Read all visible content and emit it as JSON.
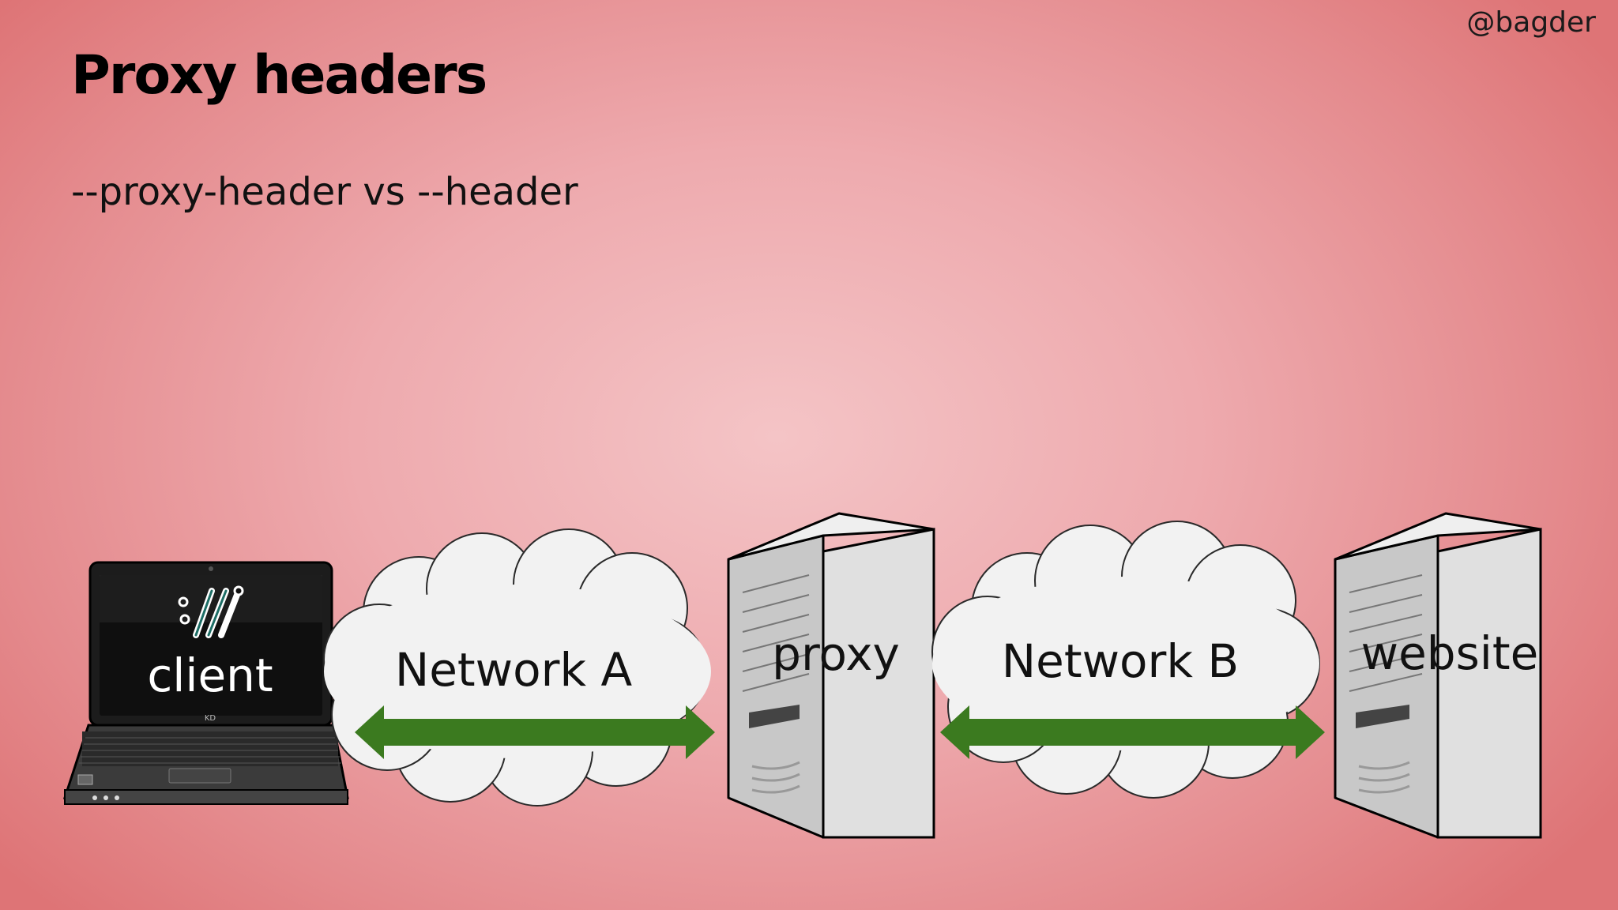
{
  "slide": {
    "handle": "@bagder",
    "title": "Proxy headers",
    "subtitle": "--proxy-header vs --header"
  },
  "diagram": {
    "nodes": {
      "client": "client",
      "network_a": "Network A",
      "proxy": "proxy",
      "network_b": "Network B",
      "website": "website"
    },
    "laptop_brand": "KD",
    "colors": {
      "arrow": "#3b7a1f",
      "cloud": "#f2f2f2",
      "server": "#d2d2d2",
      "laptop": "#2b2b2b"
    },
    "icons": [
      "laptop-icon",
      "cloud-icon",
      "server-icon",
      "double-arrow-icon",
      "curl-logo-icon"
    ]
  }
}
